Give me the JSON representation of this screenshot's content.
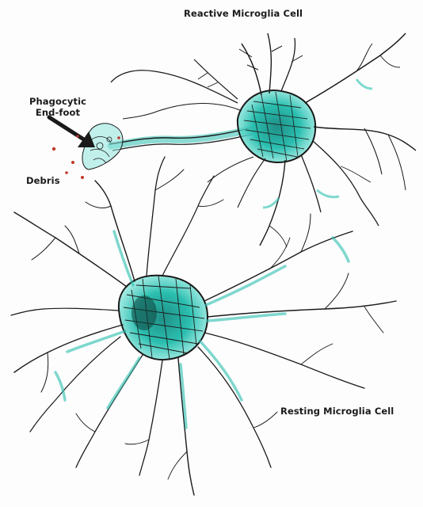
{
  "labels": {
    "reactive": "Reactive Microglia Cell",
    "phagocytic_line1": "Phagocytic",
    "phagocytic_line2": "End-foot",
    "debris": "Debris",
    "resting": "Resting Microglia Cell"
  },
  "colors": {
    "ink": "#1a1a1a",
    "cytoplasm": "#2bbfb0",
    "debris_dots": "#c0392b",
    "background": "#fdfdfd"
  }
}
